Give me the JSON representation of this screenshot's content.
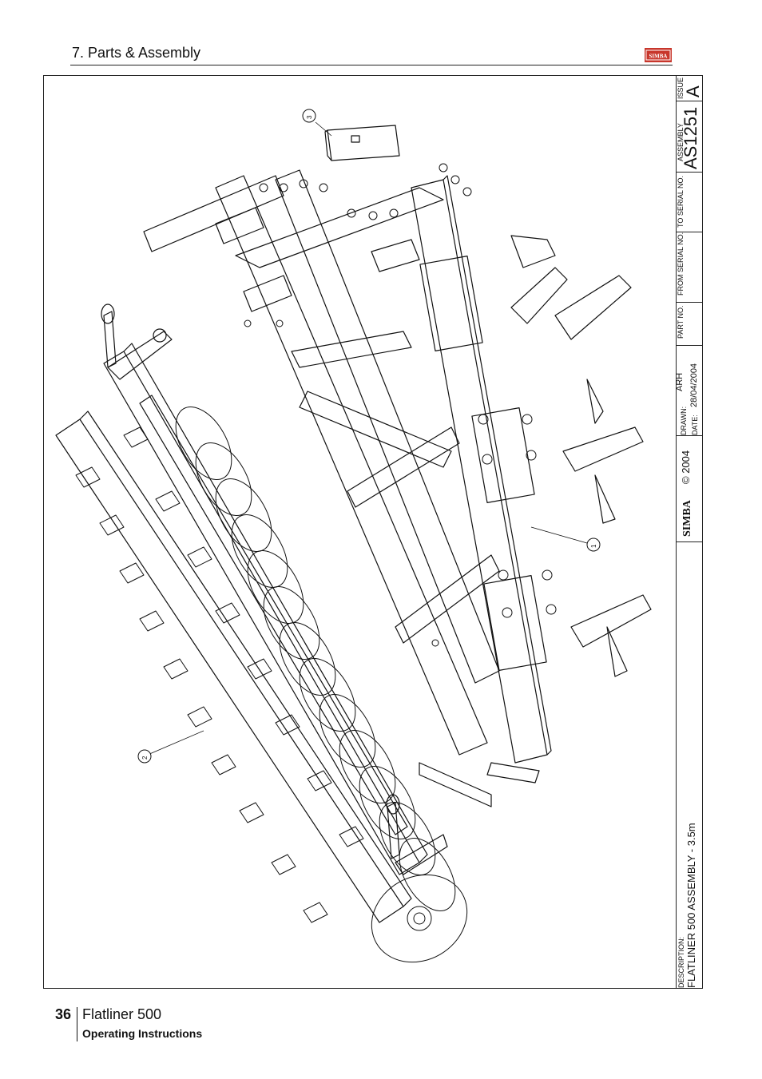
{
  "header": {
    "section_title": "7. Parts & Assembly",
    "logo_text": "SIMBA"
  },
  "title_block": {
    "issue_label": "ISSUE",
    "issue_value": "A",
    "assembly_label": "ASSEMBLY",
    "assembly_value": "AS1251",
    "to_serial_label": "TO SERIAL NO.",
    "from_serial_label": "FROM SERIAL NO.",
    "part_no_label": "PART NO.",
    "drawn_label": "DRAWN:",
    "drawn_value": "ARH",
    "date_label": "DATE:",
    "date_value": "28/04/2004",
    "copyright": "© 2004",
    "brand": "SIMBA",
    "description_label": "DESCRIPTION:",
    "description_value": "FLATLINER 500 ASSEMBLY - 3.5m"
  },
  "callouts": [
    "1",
    "2",
    "3"
  ],
  "footer": {
    "page_number": "36",
    "product": "Flatliner 500",
    "subtitle": "Operating Instructions"
  }
}
